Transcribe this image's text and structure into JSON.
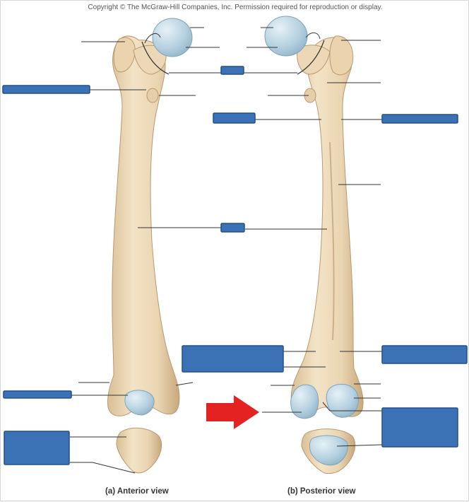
{
  "copyright": "Copyright © The McGraw-Hill Companies, Inc. Permission required for reproduction or display.",
  "captions": {
    "anterior": "(a) Anterior view",
    "posterior": "(b) Posterior view"
  },
  "colors": {
    "bone": "#efdcbc",
    "bone_shadow": "#c9aa80",
    "cartilage": "#b7d3e2",
    "label_box": "#3b72b5",
    "label_border": "#244f86",
    "arrow": "#e52222",
    "leader_line": "#333333"
  }
}
